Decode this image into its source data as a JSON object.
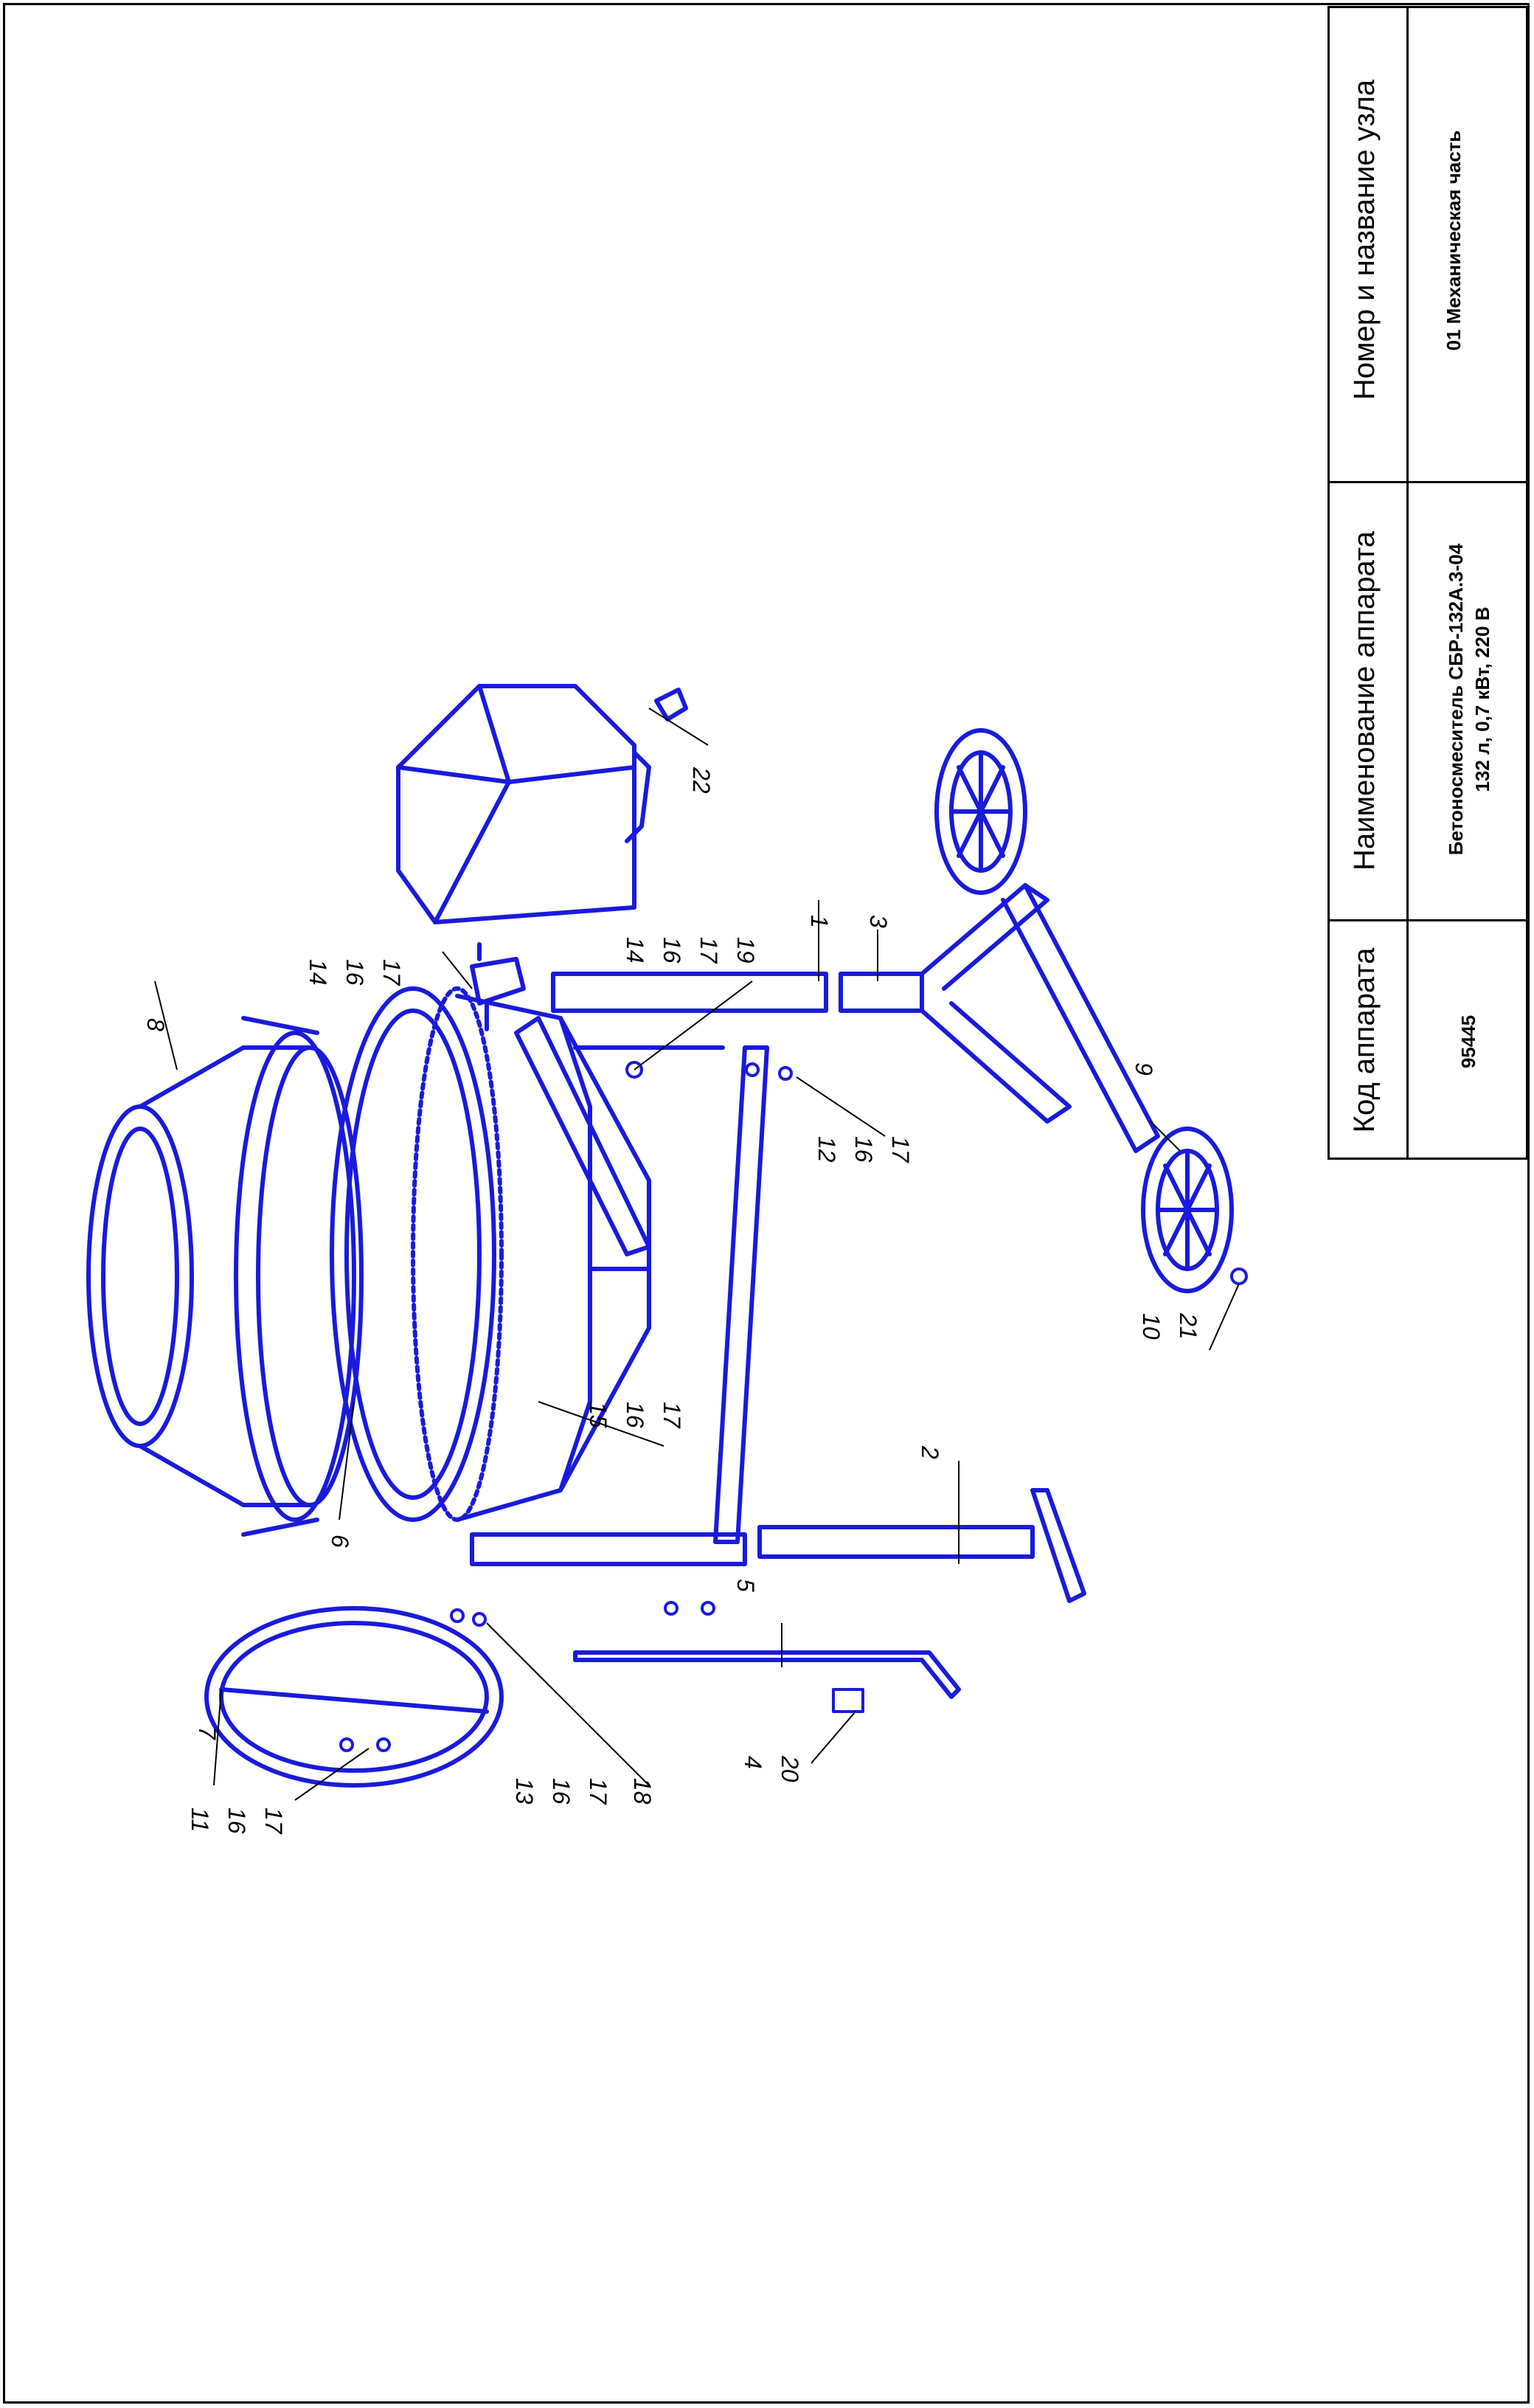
{
  "title_block": {
    "col1_header": "Код аппарата",
    "col1_value": "95445",
    "col2_header": "Наименование аппарата",
    "col2_value_line1": "Бетоносмеситель СБР-132А.3-04",
    "col2_value_line2": "132 л, 0,7 кВт, 220 В",
    "col3_header": "Номер и название узла",
    "col3_value": "01 Механическая часть"
  },
  "callouts": {
    "c1": "1",
    "c2": "2",
    "c3": "3",
    "c4": "4",
    "c5": "5",
    "c6": "6",
    "c7": "7",
    "c8": "8",
    "c9": "9",
    "c10": "10",
    "c20": "20",
    "c21": "21",
    "c22": "22",
    "g_top": [
      "14",
      "16",
      "17"
    ],
    "g_mid": [
      "14",
      "16",
      "17",
      "19"
    ],
    "g_leg": [
      "12",
      "16",
      "17"
    ],
    "g_drum": [
      "15",
      "16",
      "17"
    ],
    "g_ring": [
      "13",
      "16",
      "17",
      "18"
    ],
    "g_left": [
      "11",
      "16",
      "17"
    ]
  },
  "colors": {
    "drawing": "#1a1adc",
    "frame": "#000000"
  }
}
